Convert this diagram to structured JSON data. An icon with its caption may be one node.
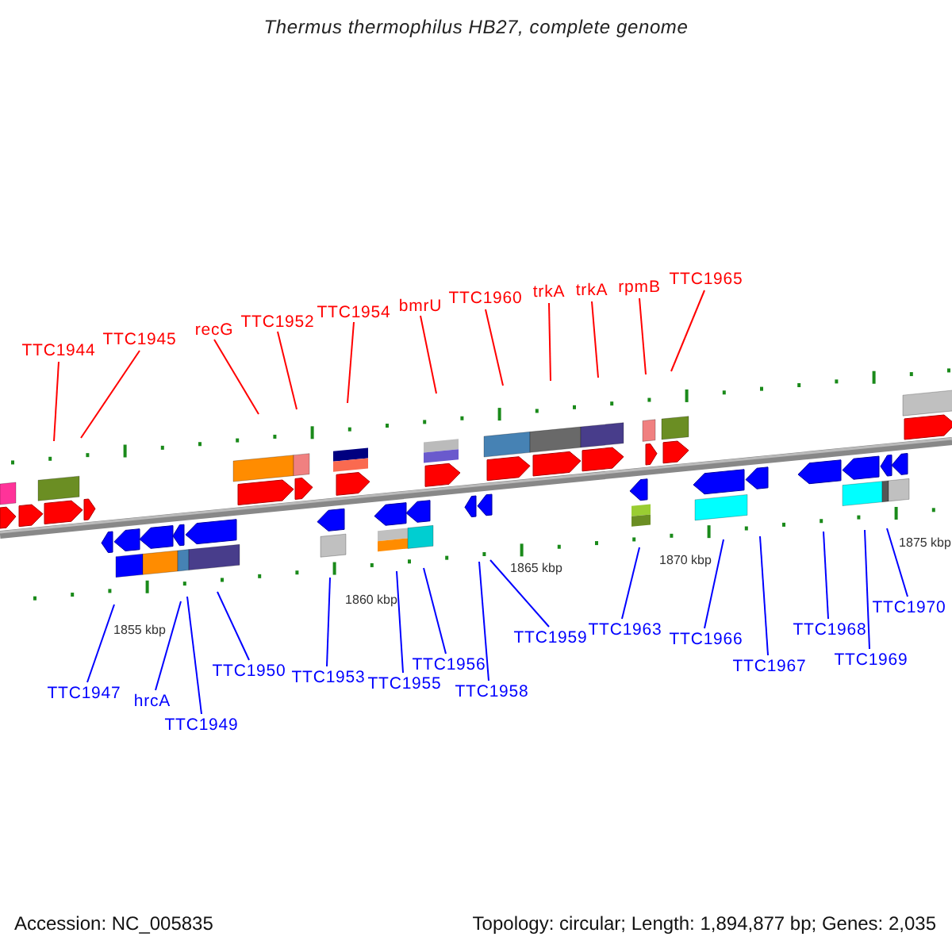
{
  "diagram": {
    "title": "Thermus thermophilus HB27, complete genome",
    "nodes": [
      {
        "text": [
          "TTC1944"
        ]
      },
      {
        "text": [
          "TTC1945"
        ]
      },
      {
        "text": [
          "recG"
        ]
      },
      {
        "text": [
          "TTC1952"
        ]
      },
      {
        "text": [
          "TTC1954"
        ]
      },
      {
        "text": [
          "bmrU"
        ]
      },
      {
        "text": [
          "TTC1960"
        ]
      },
      {
        "text": [
          "trkA"
        ]
      },
      {
        "text": [
          "trkA"
        ]
      },
      {
        "text": [
          "rpmB"
        ]
      },
      {
        "text": [
          "TTC1965"
        ]
      },
      {
        "text": [
          "TTC1947"
        ]
      },
      {
        "text": [
          "hrcA"
        ]
      },
      {
        "text": [
          "TTC1949"
        ]
      },
      {
        "text": [
          "TTC1950"
        ]
      },
      {
        "text": [
          "TTC1953"
        ]
      },
      {
        "text": [
          "TTC1955"
        ]
      },
      {
        "text": [
          "TTC1956"
        ]
      },
      {
        "text": [
          "TTC1958"
        ]
      },
      {
        "text": [
          "TTC1959"
        ]
      },
      {
        "text": [
          "TTC1963"
        ]
      },
      {
        "text": [
          "TTC1966"
        ]
      },
      {
        "text": [
          "TTC1967"
        ]
      },
      {
        "text": [
          "TTC1968"
        ]
      },
      {
        "text": [
          "TTC1969"
        ]
      },
      {
        "text": [
          "TTC1970"
        ]
      }
    ],
    "edges": [
      {
        "from": 0,
        "to": null,
        "arrow": "none",
        "color": "#ff0000"
      },
      {
        "from": 1,
        "to": null,
        "arrow": "none",
        "color": "#ff0000"
      },
      {
        "from": 2,
        "to": null,
        "arrow": "none",
        "color": "#ff0000"
      },
      {
        "from": 3,
        "to": null,
        "arrow": "none",
        "color": "#ff0000"
      },
      {
        "from": 4,
        "to": null,
        "arrow": "none",
        "color": "#ff0000"
      },
      {
        "from": 5,
        "to": null,
        "arrow": "none",
        "color": "#ff0000"
      },
      {
        "from": 6,
        "to": null,
        "arrow": "none",
        "color": "#ff0000"
      },
      {
        "from": 7,
        "to": null,
        "arrow": "none",
        "color": "#ff0000"
      },
      {
        "from": 8,
        "to": null,
        "arrow": "none",
        "color": "#ff0000"
      },
      {
        "from": 9,
        "to": null,
        "arrow": "none",
        "color": "#ff0000"
      },
      {
        "from": 10,
        "to": null,
        "arrow": "none",
        "color": "#ff0000"
      },
      {
        "from": 11,
        "to": null,
        "arrow": "none"
      },
      {
        "from": 12,
        "to": null,
        "arrow": "none"
      },
      {
        "from": 13,
        "to": null,
        "arrow": "none"
      },
      {
        "from": 14,
        "to": null,
        "arrow": "none"
      },
      {
        "from": 15,
        "to": null,
        "arrow": "none"
      },
      {
        "from": 16,
        "to": null,
        "arrow": "none"
      },
      {
        "from": 17,
        "to": null,
        "arrow": "none"
      },
      {
        "from": 18,
        "to": null,
        "arrow": "none"
      },
      {
        "from": 19,
        "to": null,
        "arrow": "none"
      },
      {
        "from": 20,
        "to": null,
        "arrow": "none"
      },
      {
        "from": 21,
        "to": null,
        "arrow": "none"
      },
      {
        "from": 22,
        "to": null,
        "arrow": "none"
      },
      {
        "from": 23,
        "to": null,
        "arrow": "none"
      },
      {
        "from": 24,
        "to": null,
        "arrow": "none"
      },
      {
        "from": 25,
        "to": null,
        "arrow": "none"
      }
    ],
    "labels": [
      "1855 kbp",
      "1860 kbp",
      "1865 kbp",
      "1870 kbp",
      "1875 kbp",
      "Accession: NC_005835",
      "Topology: circular; Length: 1,894,877 bp; Genes: 2,035"
    ]
  }
}
